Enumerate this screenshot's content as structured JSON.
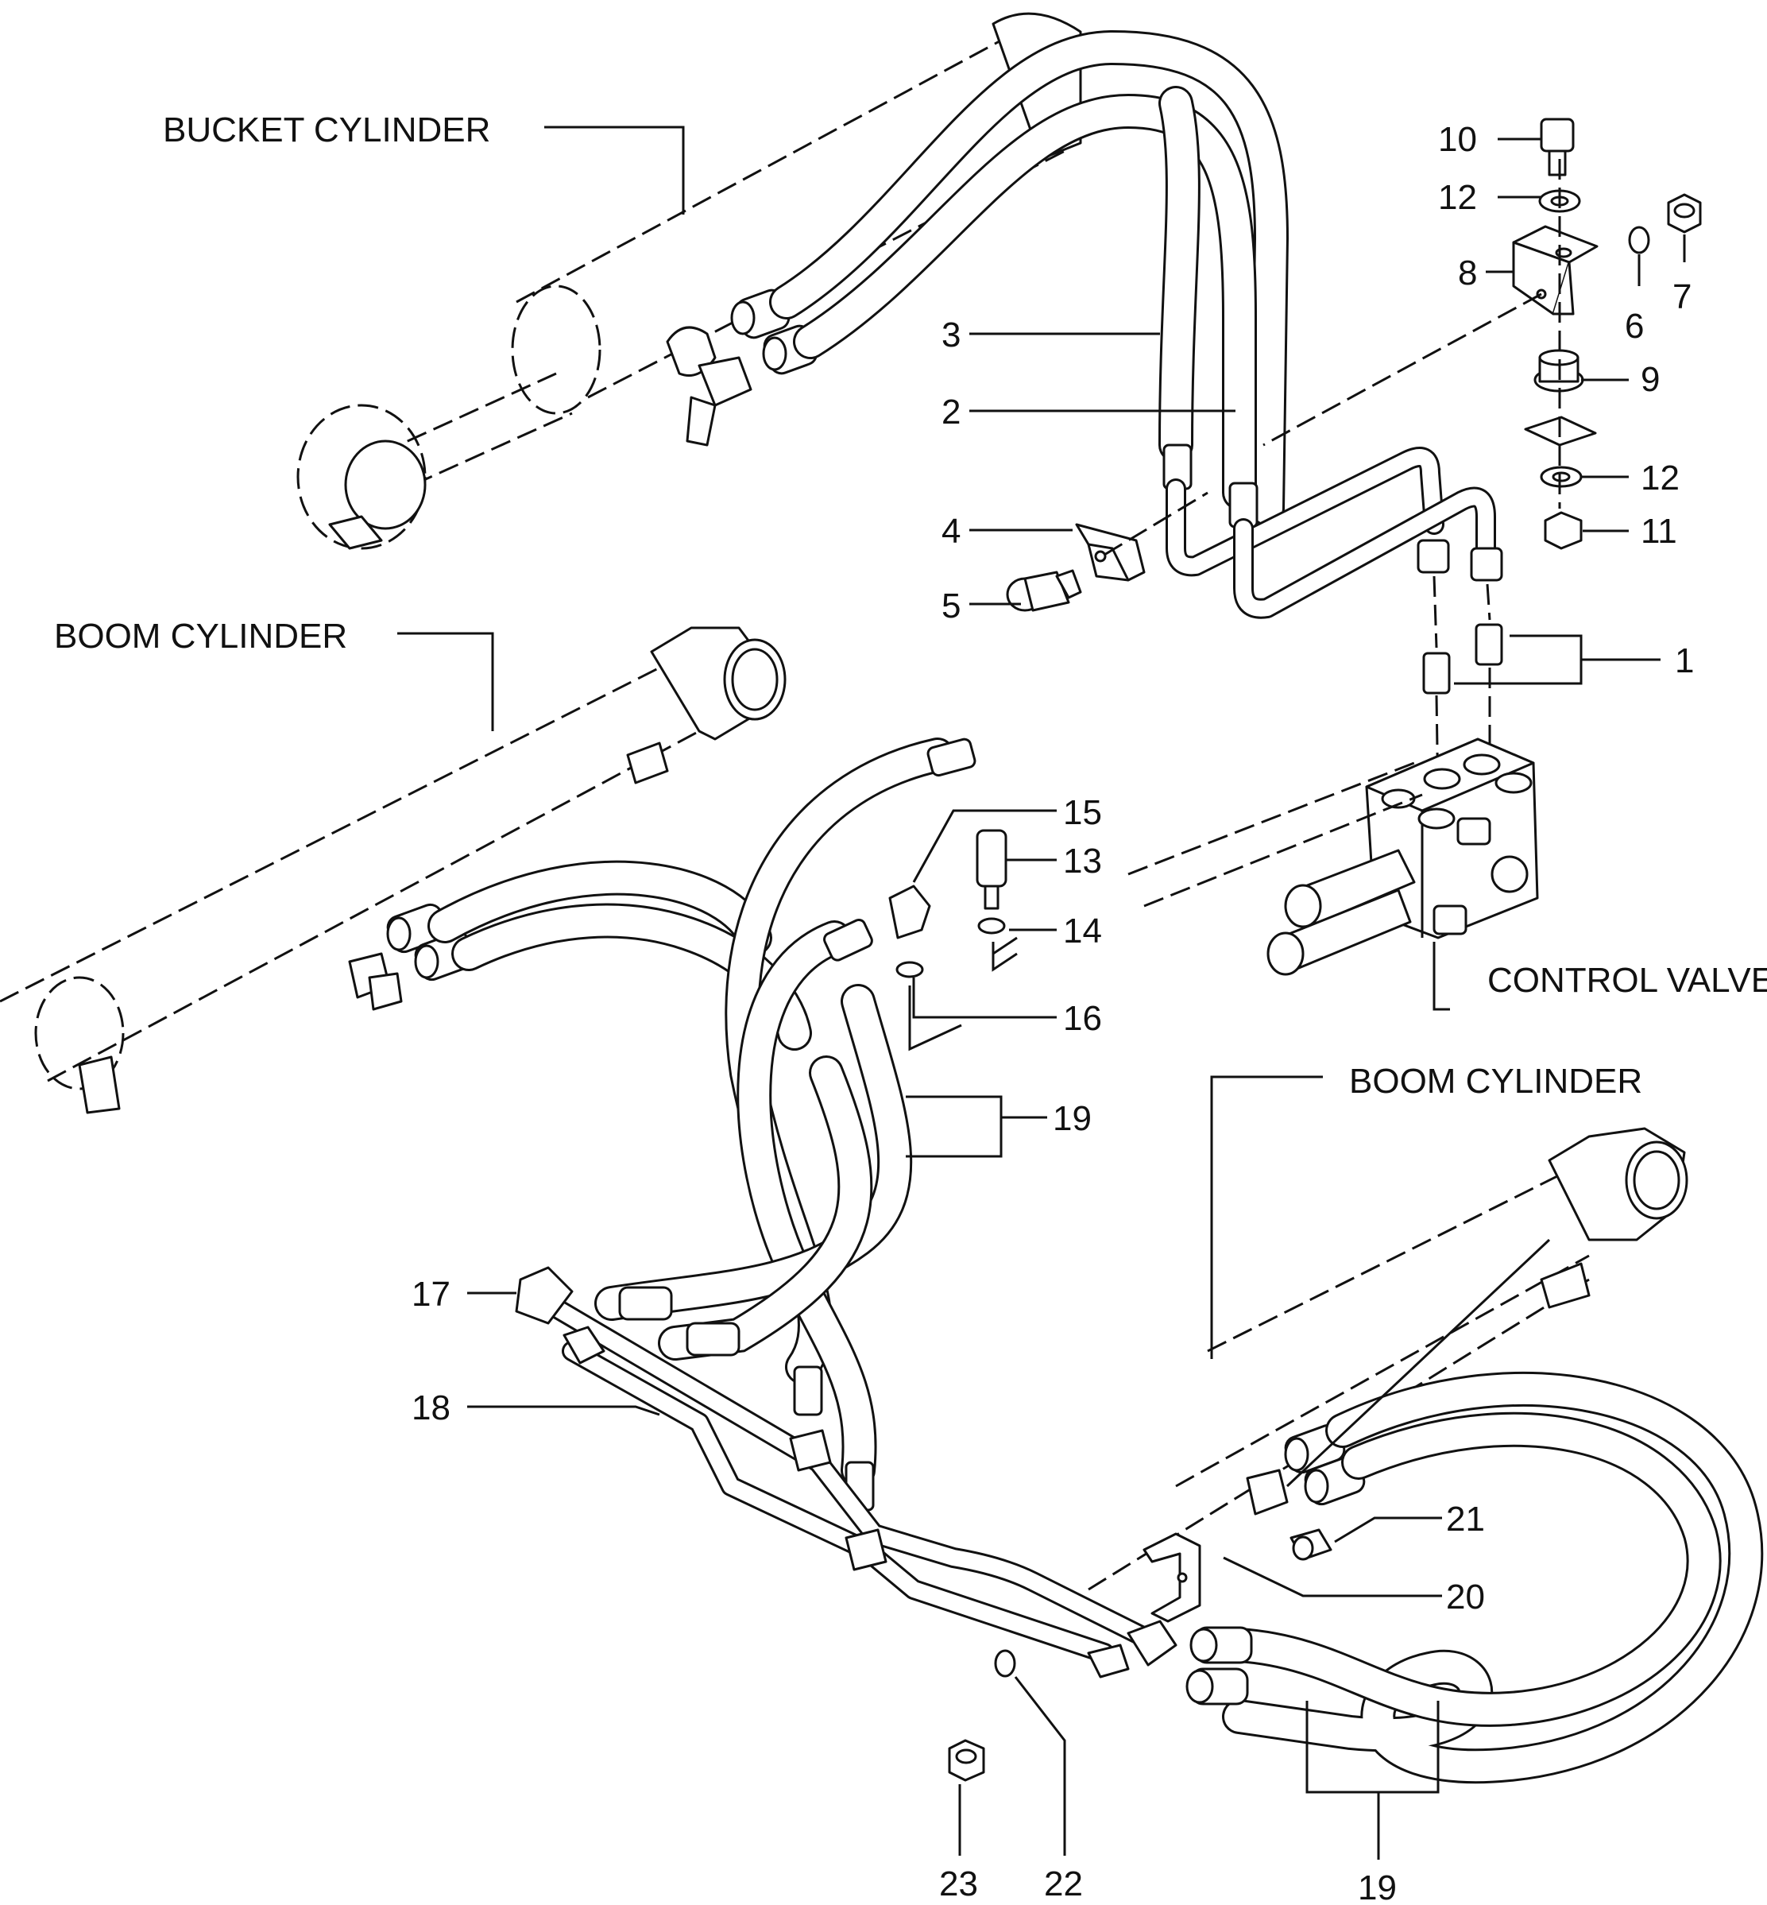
{
  "labels": {
    "bucket_cylinder": "BUCKET CYLINDER",
    "boom_cylinder_left": "BOOM CYLINDER",
    "boom_cylinder_right": "BOOM CYLINDER",
    "control_valve": "CONTROL VALVE"
  },
  "callouts": {
    "n1": "1",
    "n2": "2",
    "n3": "3",
    "n4": "4",
    "n5": "5",
    "n6": "6",
    "n7": "7",
    "n8": "8",
    "n9": "9",
    "n10": "10",
    "n11": "11",
    "n12a": "12",
    "n12b": "12",
    "n13": "13",
    "n14": "14",
    "n15": "15",
    "n16": "16",
    "n17": "17",
    "n18": "18",
    "n19a": "19",
    "n19b": "19",
    "n20": "20",
    "n21": "21",
    "n22": "22",
    "n23": "23"
  }
}
